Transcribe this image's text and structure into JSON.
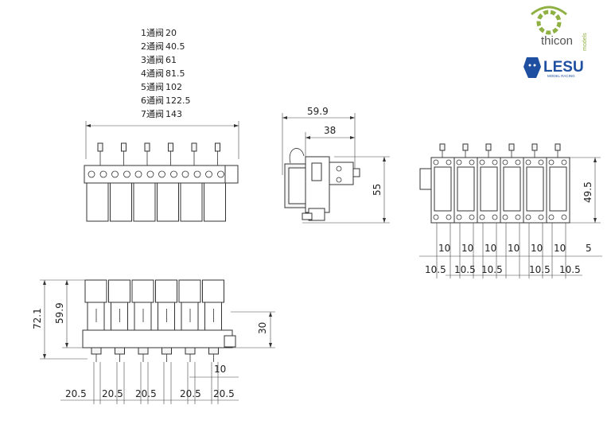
{
  "specs": [
    {
      "label": "1通阀",
      "value": "20"
    },
    {
      "label": "2通阀",
      "value": "40.5"
    },
    {
      "label": "3通阀",
      "value": "61"
    },
    {
      "label": "4通阀",
      "value": "81.5"
    },
    {
      "label": "5通阀",
      "value": "102"
    },
    {
      "label": "6通阀",
      "value": "122.5"
    },
    {
      "label": "7通阀",
      "value": "143"
    }
  ],
  "side_view": {
    "overall_width": "59.9",
    "inner_width": "38",
    "height": "55"
  },
  "right_view": {
    "height": "49.5",
    "spacings_10": [
      "10",
      "10",
      "10",
      "10",
      "10",
      "10"
    ],
    "edge": "5",
    "widths": [
      "10.5",
      "10.5",
      "10.5",
      "10.5",
      "10.5"
    ]
  },
  "bottom_view": {
    "total_height": "72.1",
    "body_height": "59.9",
    "base_height": "30",
    "port_spacing": "10",
    "pitches": [
      "20.5",
      "20.5",
      "20.5",
      "20.5",
      "20.5"
    ]
  },
  "logos": {
    "thicon": "thicon",
    "thicon_sub": "models",
    "lesu": "LESU",
    "lesu_sub": "MODEL RACING"
  },
  "colors": {
    "thicon_green": "#8fb043",
    "lesu_blue": "#1f4fa0"
  }
}
